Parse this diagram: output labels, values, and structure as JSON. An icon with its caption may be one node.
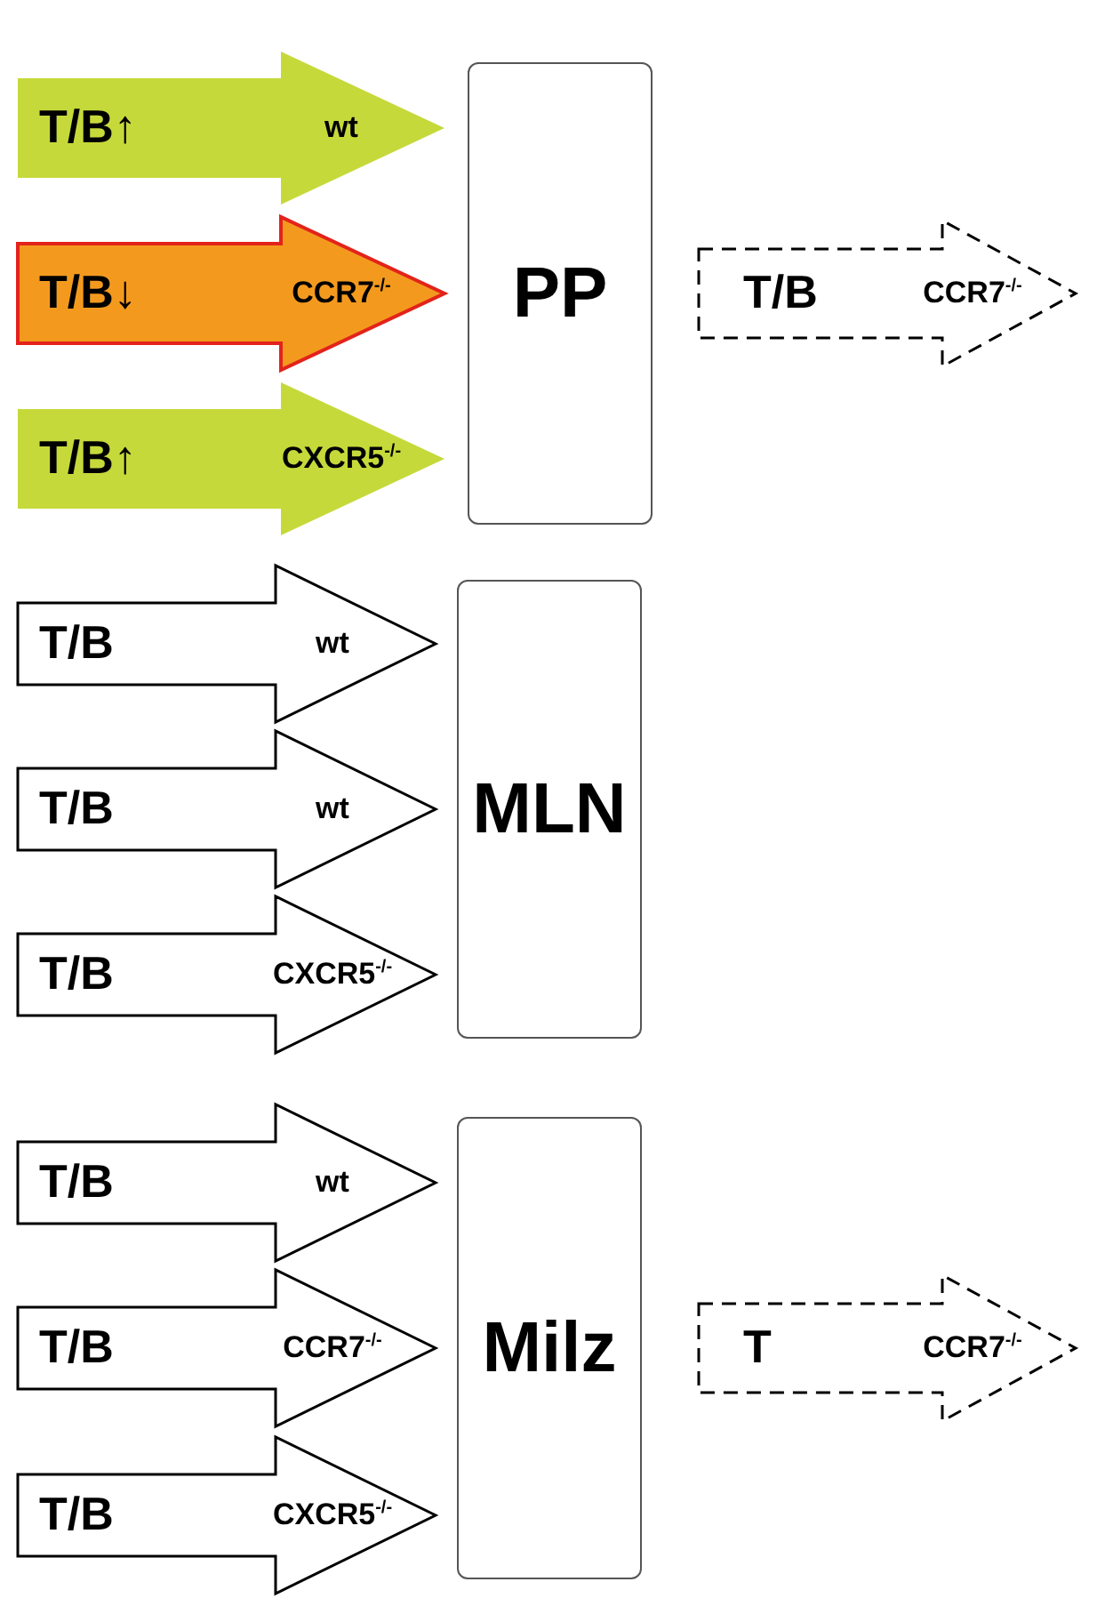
{
  "diagram": {
    "nodes": [
      {
        "text": [
          "T/B↑",
          "wt"
        ]
      },
      {
        "text": [
          "T/B↓",
          "CCR7$^{-/-}$"
        ]
      },
      {
        "text": [
          "T/B↑",
          "CXCR5$^{-/-}$"
        ]
      },
      {
        "text": [
          "PP"
        ]
      },
      {
        "text": [
          "T/B",
          "CCR7$^{-/-}$"
        ]
      },
      {
        "text": [
          "T/B",
          "wt"
        ]
      },
      {
        "text": [
          "T/B",
          "wt"
        ]
      },
      {
        "text": [
          "T/B",
          "CXCR5$^{-/-}$"
        ]
      },
      {
        "text": [
          "MLN"
        ]
      },
      {
        "text": [
          "T/B",
          "wt"
        ]
      },
      {
        "text": [
          "T/B",
          "CCR7$^{-/-}$"
        ]
      },
      {
        "text": [
          "T/B",
          "CXCR5$^{-/-}$"
        ]
      },
      {
        "text": [
          "Milz"
        ]
      },
      {
        "text": [
          "T",
          "CCR7$^{-/-}$"
        ]
      }
    ]
  }
}
